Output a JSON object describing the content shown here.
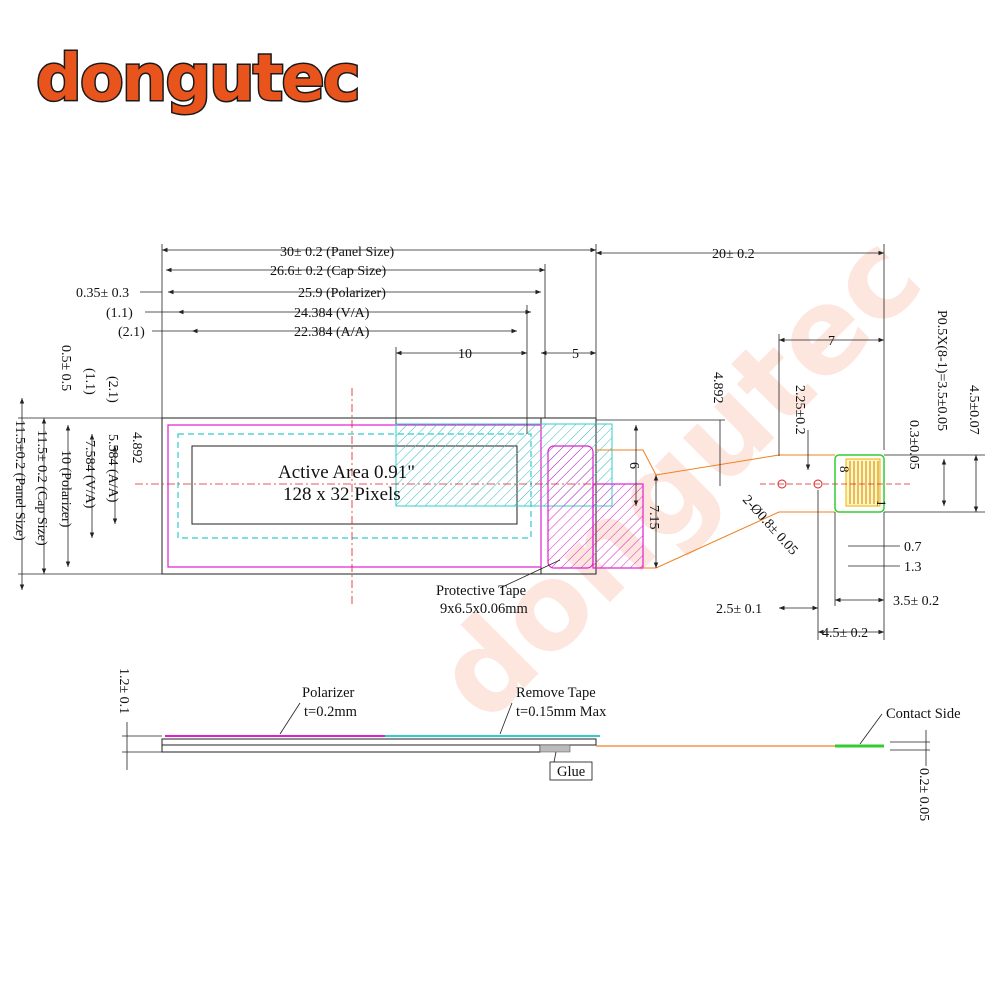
{
  "logo": {
    "text": "dongutec"
  },
  "watermark": {
    "text": "dongutec"
  },
  "colors": {
    "brand": "#e8541c",
    "magenta": "#e020d0",
    "cyan": "#33cccc",
    "orange": "#f08020",
    "green": "#33cc33",
    "red": "#dd2222"
  },
  "top_view": {
    "dims": {
      "panel_size": "30± 0.2 (Panel Size)",
      "cap_size": "26.6± 0.2 (Cap Size)",
      "polarizer_w": "25.9 (Polarizer)",
      "va_w": "24.384 (V/A)",
      "aa_w": "22.384 (A/A)",
      "off_035": "0.35± 0.3",
      "off_11": "(1.1)",
      "off_21": "(2.1)",
      "d10": "10",
      "d5": "5",
      "d20": "20± 0.2",
      "d4892r": "4.892",
      "d6": "6",
      "d715": "7.15",
      "v05": "0.5± 0.5",
      "v11": "(1.1)",
      "v21": "(2.1)",
      "v4892": "4.892",
      "v5584": "5.584 (A/A)",
      "v7584": "7.584 (V/A)",
      "v10": "10 (Polarizer)",
      "v115cap": "11.5± 0.2 (Cap Size)",
      "v115panel": "11.5±0.2 (Panel Size)"
    },
    "active_area": {
      "line1": "Active Area 0.91\"",
      "line2": "128 x 32 Pixels"
    },
    "protective_tape": {
      "line1": "Protective Tape",
      "line2": "9x6.5x0.06mm"
    }
  },
  "fpc": {
    "dims": {
      "d7": "7",
      "d225": "2.25±0.2",
      "hole": "2-Ø0.8± 0.05",
      "pitch": "P0.5X(8-1)=3.5±0.05",
      "d03": "0.3±0.05",
      "d45r": "4.5±0.07",
      "d07": "0.7",
      "d13": "1.3",
      "d35": "3.5± 0.2",
      "d25": "2.5± 0.1",
      "d45": "4.5± 0.2"
    },
    "pins": [
      "8",
      "1"
    ]
  },
  "side_view": {
    "polarizer": {
      "line1": "Polarizer",
      "line2": "t=0.2mm"
    },
    "remove_tape": {
      "line1": "Remove Tape",
      "line2": "t=0.15mm Max"
    },
    "contact_side": "Contact Side",
    "glue": "Glue",
    "thickness": "1.2± 0.1",
    "fpc_thickness": "0.2± 0.05"
  }
}
